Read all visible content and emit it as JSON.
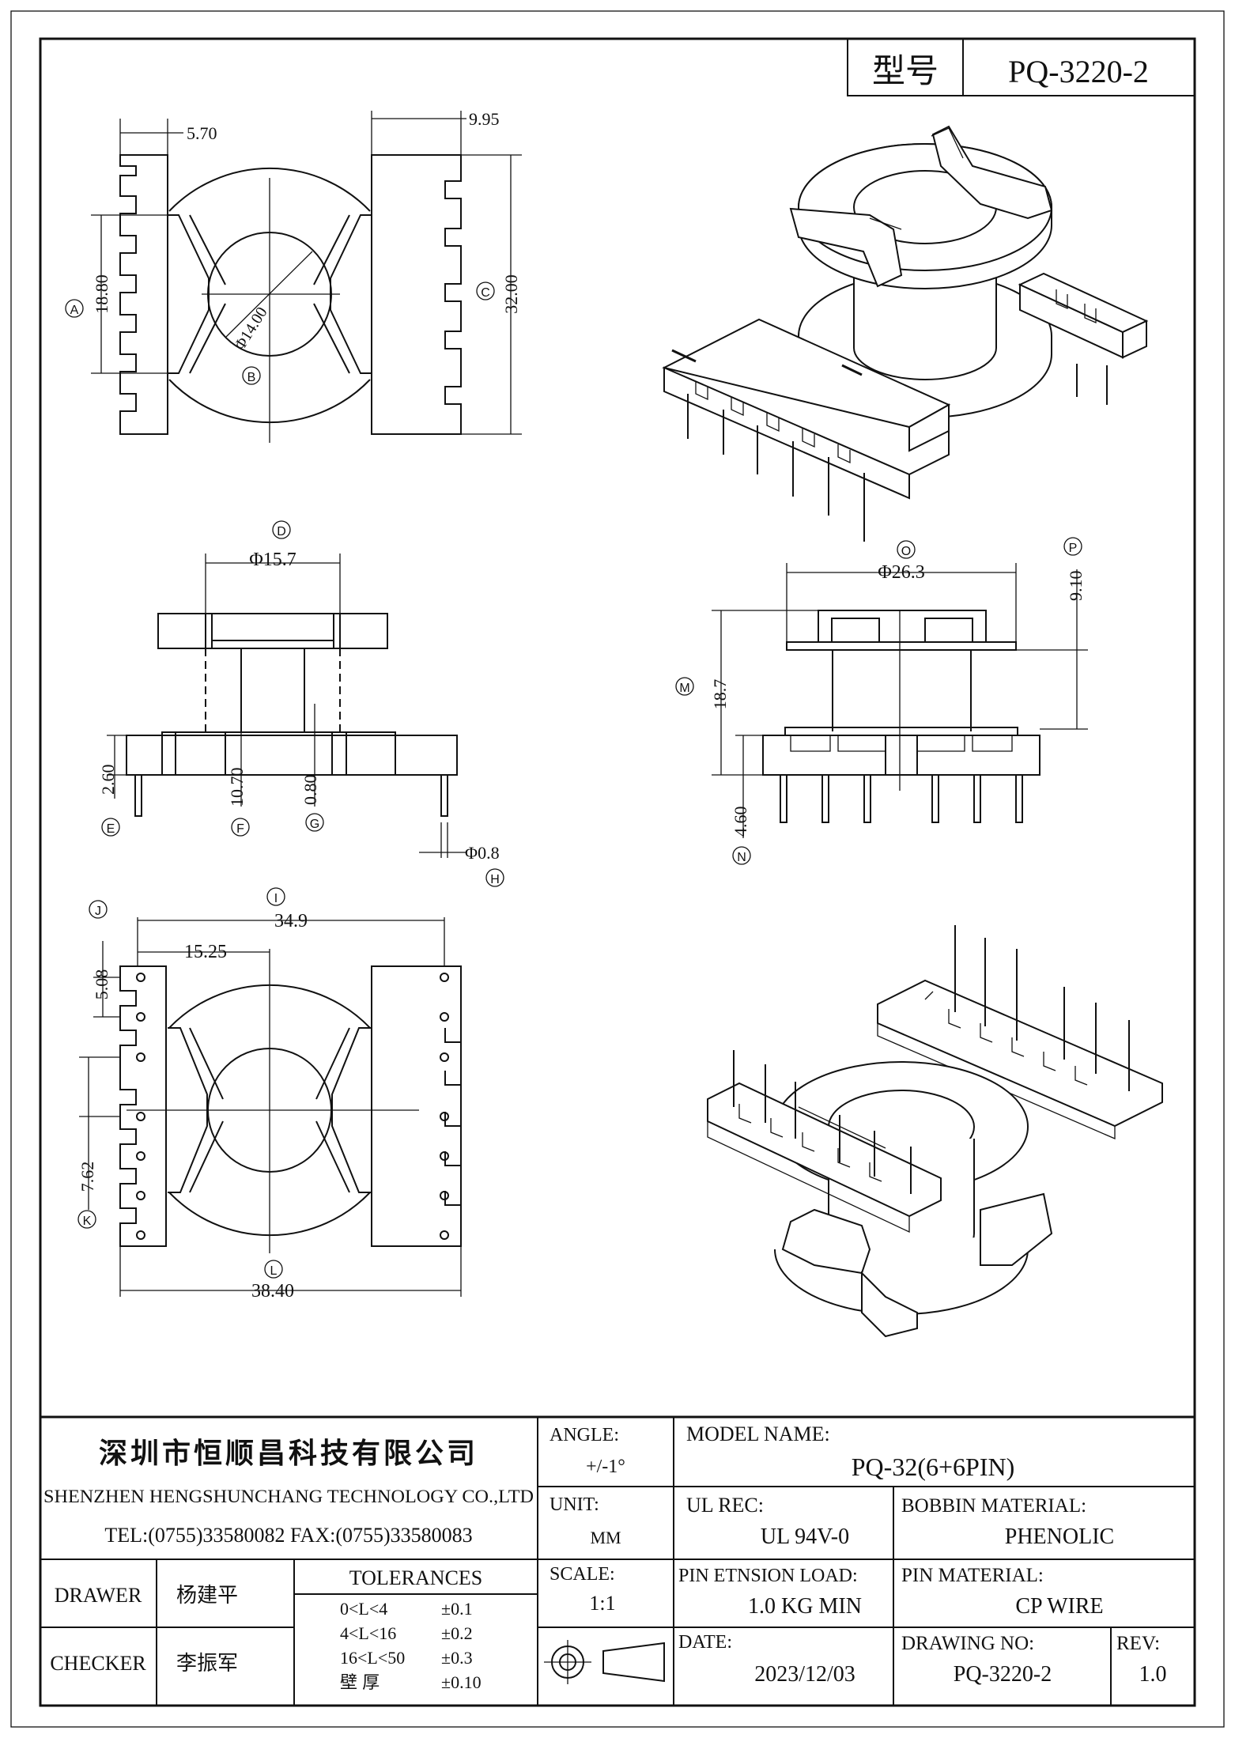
{
  "title_block": {
    "model_label": "型号",
    "model_value": "PQ-3220-2",
    "company_cn": "深圳市恒顺昌科技有限公司",
    "company_en": "SHENZHEN HENGSHUNCHANG TECHNOLOGY CO.,LTD",
    "contact": "TEL:(0755)33580082 FAX:(0755)33580083",
    "angle_label": "ANGLE:",
    "angle_value": "+/-1°",
    "model_name_label": "MODEL NAME:",
    "model_name_value": "PQ-32(6+6PIN)",
    "unit_label": "UNIT:",
    "unit_value": "MM",
    "ul_rec_label": "UL REC:",
    "ul_rec_value": "UL 94V-0",
    "bobbin_material_label": "BOBBIN MATERIAL:",
    "bobbin_material_value": "PHENOLIC",
    "drawer_label": "DRAWER",
    "drawer_value": "杨建平",
    "checker_label": "CHECKER",
    "checker_value": "李振军",
    "tolerances_label": "TOLERANCES",
    "tolerances": [
      {
        "range": "0<L<4",
        "value": "±0.1"
      },
      {
        "range": "4<L<16",
        "value": "±0.2"
      },
      {
        "range": "16<L<50",
        "value": "±0.3"
      },
      {
        "range": "壁  厚",
        "value": "±0.10"
      }
    ],
    "scale_label": "SCALE:",
    "scale_value": "1:1",
    "pin_load_label": "PIN ETNSION LOAD:",
    "pin_load_value": "1.0 KG MIN",
    "pin_material_label": "PIN MATERIAL:",
    "pin_material_value": "CP WIRE",
    "date_label": "DATE:",
    "date_value": "2023/12/03",
    "drawing_no_label": "DRAWING NO:",
    "drawing_no_value": "PQ-3220-2",
    "rev_label": "REV:",
    "rev_value": "1.0"
  },
  "dimensions": {
    "top_view": {
      "d_5_70": "5.70",
      "d_9_95": "9.95",
      "d_18_80": "18.80",
      "d_32_00": "32.00",
      "d_14_00": "14.00",
      "phi": "Φ",
      "mark_a": "A",
      "mark_b": "B",
      "mark_c": "C"
    },
    "side_view": {
      "d_15_7": "Φ15.7",
      "d_2_60": "2.60",
      "d_10_70": "10.70",
      "d_0_80": "0.80",
      "d_0_8": "Φ0.8",
      "mark_d": "D",
      "mark_e": "E",
      "mark_f": "F",
      "mark_g": "G",
      "mark_h": "H"
    },
    "front_view": {
      "d_26_3": "Φ26.3",
      "d_9_10": "9.10",
      "d_18_7": "18.7",
      "d_4_60": "4.60",
      "mark_m": "M",
      "mark_n": "N",
      "mark_o": "O",
      "mark_p": "P"
    },
    "bottom_view": {
      "d_34_9": "34.9",
      "d_15_25": "15.25",
      "d_5_08": "5.08",
      "d_7_62": "7.62",
      "d_38_40": "38.40",
      "mark_i": "I",
      "mark_j": "J",
      "mark_k": "K",
      "mark_l": "L"
    }
  }
}
